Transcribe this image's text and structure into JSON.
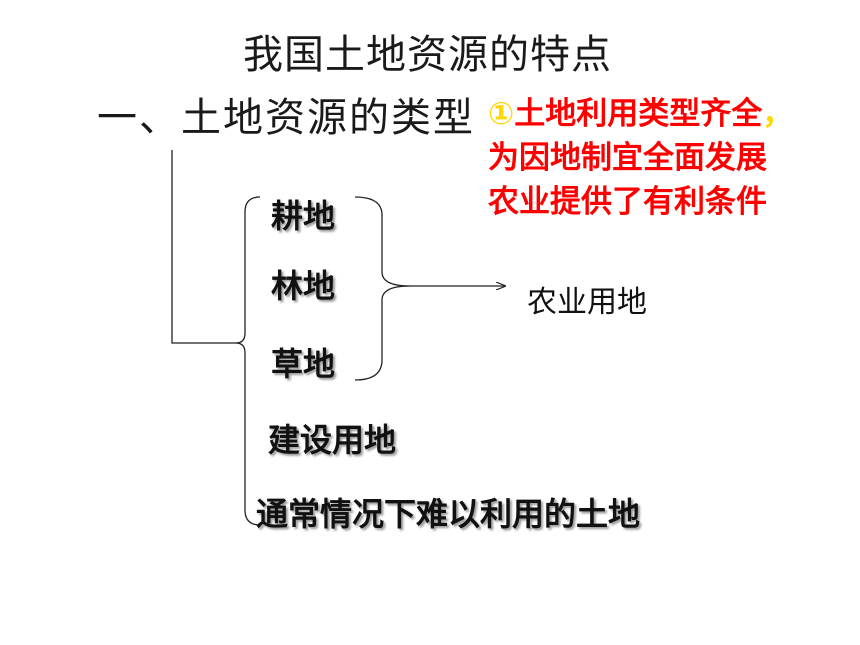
{
  "title": {
    "main": "我国土地资源的特点",
    "sub": "一、土地资源的类型"
  },
  "callout": {
    "marker": "①",
    "line1": "土地利用类型齐全",
    "comma": "，",
    "line2": "为因地制宜全面发展",
    "line3": "农业提供了有利条件",
    "color": "#ff0000",
    "marker_color": "#ffd800"
  },
  "land_types": {
    "items": [
      "耕地",
      "林地",
      "草地",
      "建设用地",
      "通常情况下难以利用的土地"
    ],
    "group_result": "农业用地"
  }
}
